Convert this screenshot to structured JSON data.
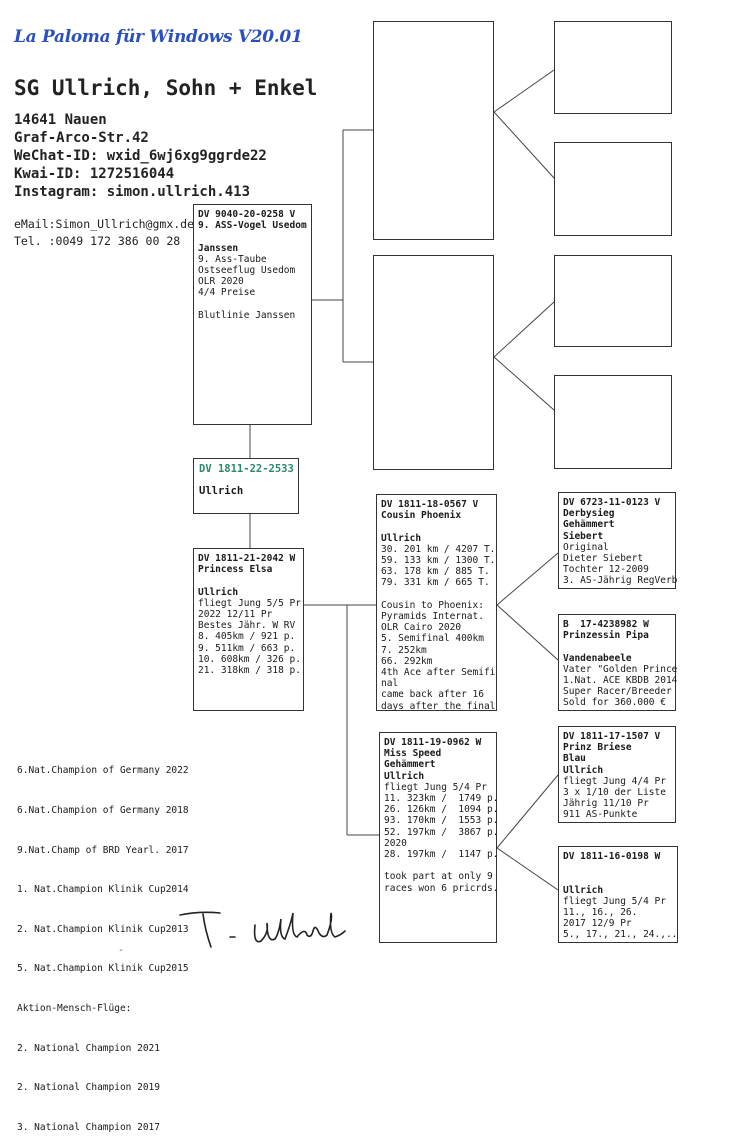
{
  "header": {
    "app_title": "La Paloma für Windows V20.01",
    "owner": "SG Ullrich, Sohn + Enkel",
    "contact_lines": [
      "14641 Nauen",
      "Graf-Arco-Str.42",
      "WeChat-ID: wxid_6wj6xg9ggrde22",
      "Kwai-ID:   1272516044",
      "Instagram: simon.ullrich.413"
    ],
    "email": "eMail:Simon_Ullrich@gmx.de",
    "phone": "Tel. :0049 172 386 00 28"
  },
  "colors": {
    "ring": "#c0356a",
    "name": "#2a8a6a",
    "breeder": "#2f55b8",
    "title": "#2a4fbf"
  },
  "pigeons": {
    "subject": {
      "ring": "DV 1811-22-2533",
      "breeder": "Ullrich"
    },
    "sire": {
      "ring": "DV 9040-20-0258 V",
      "name": "9. ASS-Vogel Usedom",
      "breeder": "Janssen",
      "lines": [
        "9. Ass-Taube",
        "Ostseeflug Usedom",
        "OLR 2020",
        "4/4 Preise",
        "",
        "Blutlinie Janssen"
      ]
    },
    "dam": {
      "ring": "DV 1811-21-2042 W",
      "name": "Princess Elsa",
      "breeder": "Ullrich",
      "lines": [
        "fliegt Jung 5/5 Pr",
        "2022 12/11 Pr",
        "Bestes Jähr. W RV",
        "8. 405km / 921 p.",
        "9. 511km / 663 p.",
        "10. 608km / 326 p.",
        "21. 318km / 318 p."
      ]
    },
    "dam_sire": {
      "ring": "DV 1811-18-0567 V",
      "name": "Cousin Phoenix",
      "breeder": "Ullrich",
      "lines": [
        "30. 201 km / 4207 T.",
        "59. 133 km / 1300 T.",
        "63. 178 km / 885 T.",
        "79. 331 km / 665 T.",
        "",
        "Cousin to Phoenix:",
        "Pyramids Internat.",
        "OLR Cairo 2020",
        "5. Semifinal 400km",
        "7. 252km",
        "66. 292km",
        "4th Ace after Semifi",
        "nal",
        "came back after 16",
        "days after the final"
      ]
    },
    "dam_dam": {
      "ring": "DV 1811-19-0962 W",
      "name": "Miss Speed",
      "breeder": "Gehämmert",
      "breeder2": "Ullrich",
      "lines": [
        "fliegt Jung 5/4 Pr",
        "11. 323km /  1749 p.",
        "26. 126km /  1094 p.",
        "93. 170km /  1553 p.",
        "52. 197km /  3867 p.",
        "2020",
        "28. 197km /  1147 p.",
        "",
        "took part at only 9",
        "races won 6 pricrds."
      ]
    },
    "dsire_sire": {
      "ring": "DV 6723-11-0123 V",
      "name": "Derbysieg",
      "breeder": "Gehämmert",
      "breeder2": "Siebert",
      "lines": [
        "Original",
        "Dieter Siebert",
        "Tochter 12-2009",
        "3. AS-Jährig RegVerb"
      ]
    },
    "dsire_dam": {
      "ring": "B  17-4238982 W",
      "name": "Prinzessin Pipa",
      "breeder": "Vandenabeele",
      "lines": [
        "Vater \"Golden Prince",
        "1.Nat. ACE KBDB 2014",
        "Super Racer/Breeder",
        "Sold for 360.000 €"
      ]
    },
    "ddam_sire": {
      "ring": "DV 1811-17-1507 V",
      "name": "Prinz Briese",
      "breeder": "Blau",
      "breeder2": "Ullrich",
      "lines": [
        "fliegt Jung 4/4 Pr",
        "3 x 1/10 der Liste",
        "Jährig 11/10 Pr",
        "911 AS-Punkte"
      ]
    },
    "ddam_dam": {
      "ring": "DV 1811-16-0198 W",
      "breeder": "Ullrich",
      "lines": [
        "fliegt Jung 5/4 Pr",
        "11., 16., 26.",
        "2017 12/9 Pr",
        "5., 17., 21., 24.,.."
      ]
    }
  },
  "honors": [
    "6.Nat.Champion of Germany 2022",
    "6.Nat.Champion of Germany 2018",
    "9.Nat.Champ of BRD Yearl. 2017",
    "1. Nat.Champion Klinik Cup2014",
    "2. Nat.Champion Klinik Cup2013",
    "5. Nat.Champion Klinik Cup2015",
    "Aktion-Mensch-Flüge:",
    "2. National Champion 2021",
    "2. National Champion 2019",
    "3. National Champion 2017"
  ],
  "signature_text": "T. Ullrich",
  "dash_mark": "-"
}
